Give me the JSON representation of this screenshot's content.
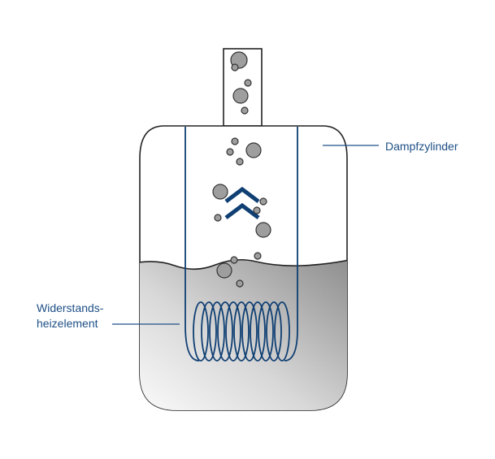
{
  "labels": {
    "steam_cylinder": "Dampfzylinder",
    "heating_element_line1": "Widerstands-",
    "heating_element_line2": "heizelement"
  },
  "colors": {
    "accent": "#0f3f73",
    "label": "#1d4f86",
    "bubble": "#9e9e9e",
    "outline": "#222222"
  }
}
